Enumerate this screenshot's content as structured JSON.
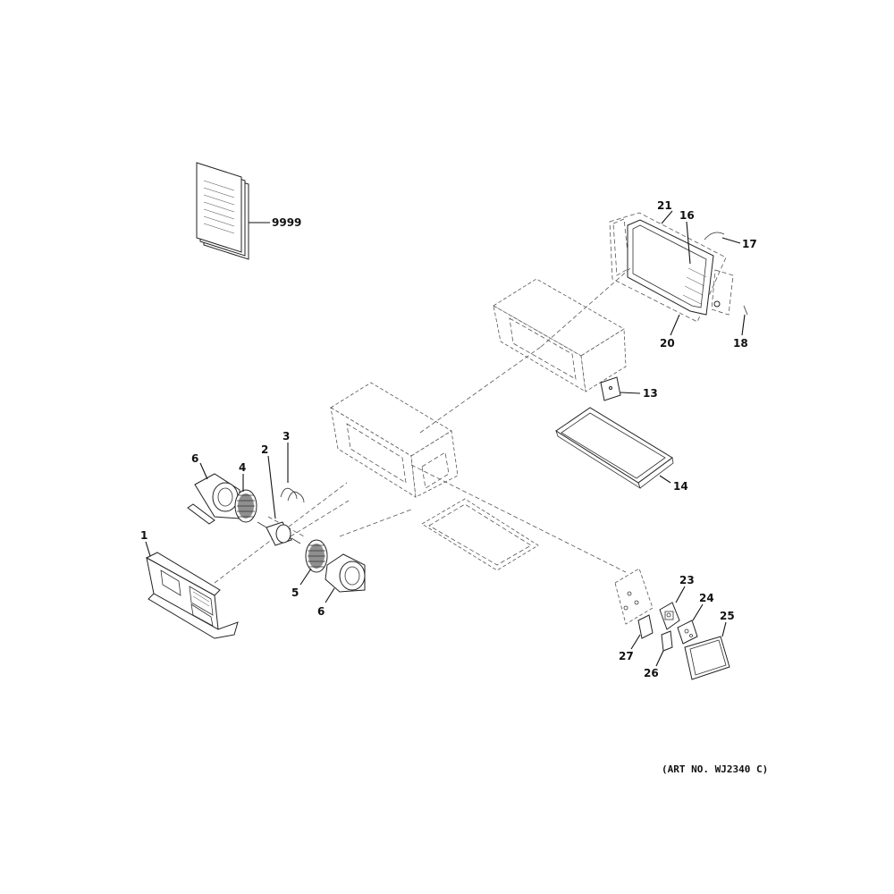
{
  "labels": {
    "manual": "9999",
    "p21": "21",
    "p16": "16",
    "p17": "17",
    "p20": "20",
    "p18": "18",
    "p13": "13",
    "p14": "14",
    "p3": "3",
    "p2": "2",
    "p6_top": "6",
    "p4": "4",
    "p1": "1",
    "p5": "5",
    "p6_bottom": "6",
    "p23": "23",
    "p24": "24",
    "p25": "25",
    "p27": "27",
    "p26": "26"
  },
  "art_number": "(ART NO. WJ2340 C)"
}
